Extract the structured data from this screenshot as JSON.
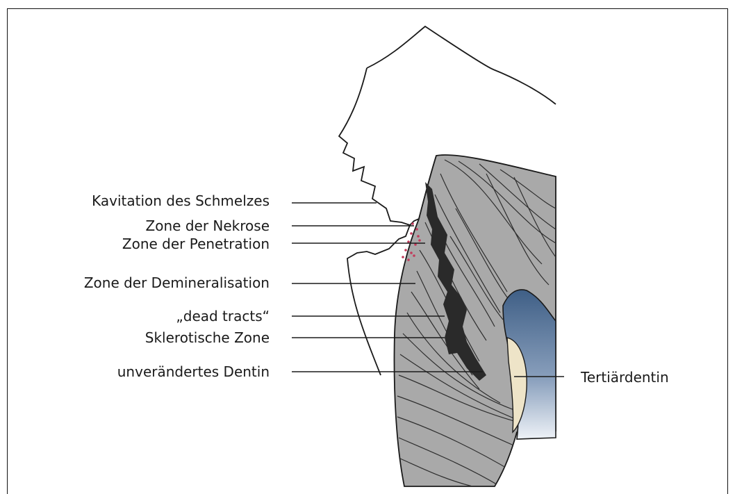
{
  "labels": {
    "kavitation": "Kavitation des Schmelzes",
    "nekrose": "Zone der Nekrose",
    "penetration": "Zone der Penetration",
    "demineralisation": "Zone der Demineralisation",
    "dead_tracts": "„dead tracts“",
    "sklerotisch": "Sklerotische Zone",
    "unveraendert": "unverändertes Dentin",
    "tertiaer": "Tertiärdentin"
  },
  "colors": {
    "dentin": "#a9a9a9",
    "tubules": "#2e2e2e",
    "dead_tracts": "#2a2a2a",
    "pulp_top": "#3f5f86",
    "pulp_bottom": "#e6edf5",
    "tertiary_dentin": "#eee4c8",
    "bacteria": "#c23a5a",
    "outline": "#1a1a1a"
  }
}
